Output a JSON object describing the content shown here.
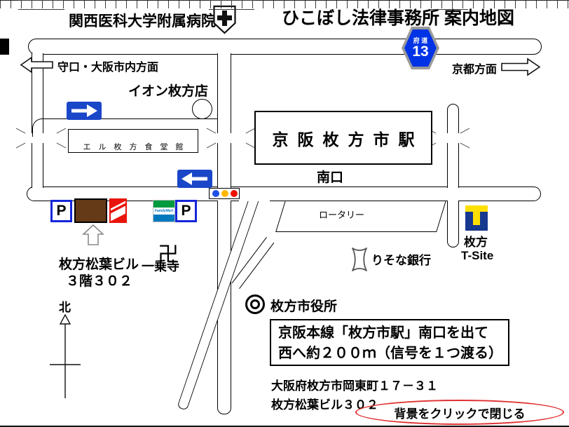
{
  "map": {
    "title": "ひこぼし法律事務所 案内地図",
    "landmarks": {
      "hospital": "関西医科大学附属病院",
      "aeon": "イオン枚方店",
      "el_building": "エル枚方食堂館",
      "station": "京阪枚方市駅",
      "south_exit": "南口",
      "rotary": "ロータリー",
      "resona_bank": "りそな銀行",
      "tsite_line1": "枚方",
      "tsite_line2": "T-Site",
      "city_hall": "枚方市役所",
      "temple_symbol": "卍",
      "temple_name": "一乗寺",
      "familymart": "FamilyMart",
      "parking": "P"
    },
    "directions": {
      "west": "守口・大阪市内方面",
      "east": "京都方面",
      "north_label": "北"
    },
    "road_badge": {
      "category": "府 道",
      "number": "13"
    },
    "office": {
      "building_line1": "枚方松葉ビル",
      "building_line2": "３階３０２"
    },
    "info_box": {
      "line1": "京阪本線「枚方市駅」南口を出て",
      "line2": "西へ約２００ｍ（信号を１つ渡る）"
    },
    "address": {
      "line1": "大阪府枚方市岡東町１７－３１",
      "line2": "枚方松葉ビル３０２"
    },
    "close_hint": "背景をクリックで閉じる",
    "colors": {
      "oneway_sign_blue": "#1a46c8",
      "parking_border_blue": "#1526d9",
      "familymart_green": "#009b3f",
      "familymart_blue": "#0079be",
      "tsite_blue": "#16388e",
      "tsite_yellow": "#ffdf00",
      "building_brown": "#653a17",
      "banner_red": "#e8150c",
      "badge_blue": "#0033e6",
      "badge_gray": "#9a9a9a",
      "signal_blue": "#2051e6",
      "signal_yellow": "#ffb800",
      "signal_red": "#ee1100",
      "close_ellipse_red": "#e03131"
    }
  }
}
